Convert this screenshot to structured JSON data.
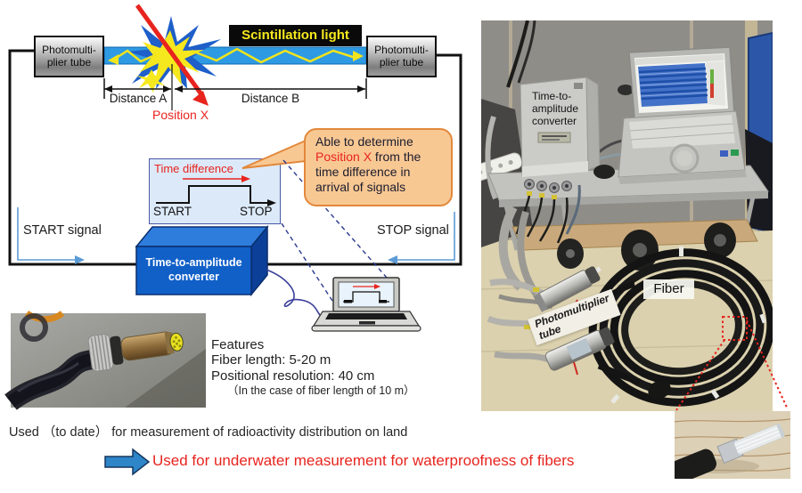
{
  "diagram": {
    "scintillation_label": "Scintillation light",
    "pmt_line1": "Photomulti-",
    "pmt_line2": "plier tube",
    "distance_a": "Distance A",
    "distance_b": "Distance B",
    "position_x": "Position X",
    "timing": {
      "title": "Time difference",
      "start": "START",
      "stop": "STOP"
    },
    "bubble": {
      "line1": "Able to determine",
      "highlight": "Position X",
      "line2_rest": " from the",
      "line3": "time difference in",
      "line4": "arrival of signals"
    },
    "start_signal": "START signal",
    "stop_signal": "STOP signal",
    "converter_line1": "Time-to-amplitude",
    "converter_line2": "converter"
  },
  "features": {
    "title": "Features",
    "line1": "Fiber length: 5-20 m",
    "line2": "Positional resolution: 40 cm",
    "note": "（In the case of fiber length of 10 m）"
  },
  "usage": {
    "land": "Used （to date） for measurement of radioactivity distribution on land",
    "underwater": "Used for underwater measurement for waterproofness of fibers"
  },
  "photo": {
    "converter_line1": "Time-to-",
    "converter_line2": "amplitude",
    "converter_line3": "converter",
    "fiber_label": "Fiber",
    "pmt_line1": "Photomultiplier",
    "pmt_line2": "tube"
  },
  "colors": {
    "red_accent": "#e8241e",
    "fiber_blue": "#2d9ae3",
    "scint_yellow": "#f6e81e",
    "bubble_orange": "#f8c893",
    "bubble_border": "#e2883b",
    "box_front": "#1160c8",
    "box_top": "#2e7ddd",
    "box_side": "#0c3f98",
    "signal_blue": "#5b9bd5",
    "arrow_blue": "#2e86c8"
  }
}
